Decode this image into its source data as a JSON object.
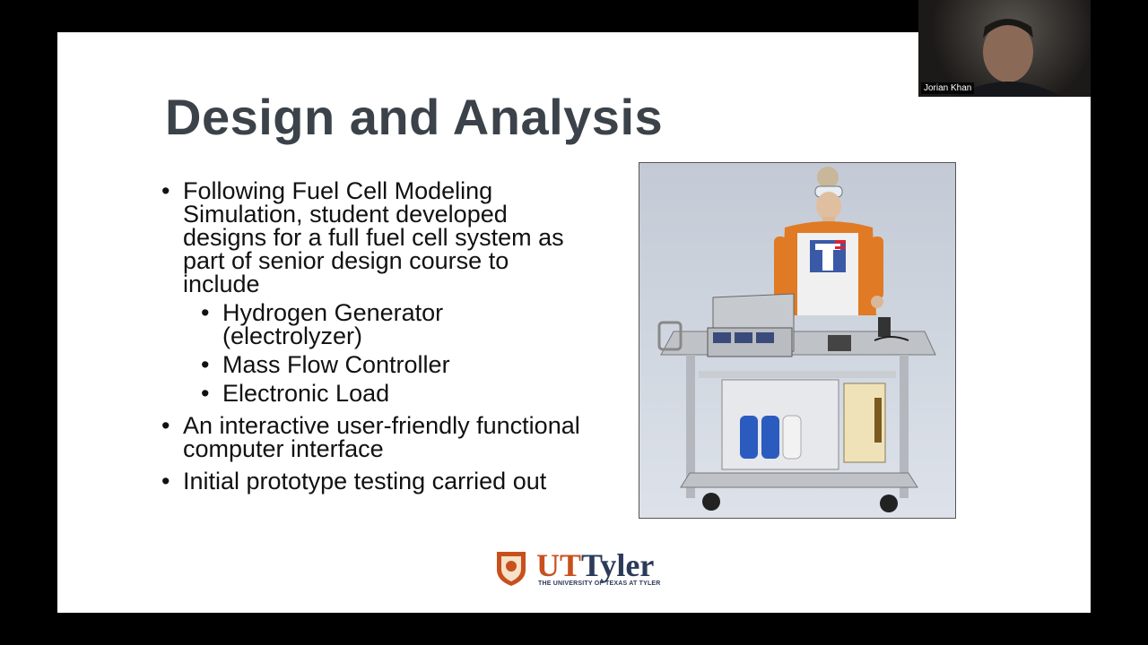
{
  "slide": {
    "title": "Design and Analysis",
    "bullets": {
      "b1": "Following Fuel Cell Modeling Simulation, student developed designs for a full fuel cell system as part of senior design course to include",
      "b1_sub": [
        "Hydrogen Generator (electrolyzer)",
        "Mass Flow Controller",
        "Electronic Load"
      ],
      "b2": "An interactive user-friendly functional computer interface",
      "b3": "Initial prototype testing carried out"
    },
    "figure": {
      "icon": "fuel-cell-cart-render-icon"
    },
    "logo": {
      "ut": "UT",
      "tyler": "Tyler",
      "subtitle": "THE UNIVERSITY OF TEXAS AT TYLER",
      "shield_color": "#c8501c"
    }
  },
  "webcam": {
    "participant_name": "Jorian Khan"
  },
  "colors": {
    "title": "#3b4249",
    "accent_orange": "#c8501c",
    "navy": "#2c3a5a"
  }
}
